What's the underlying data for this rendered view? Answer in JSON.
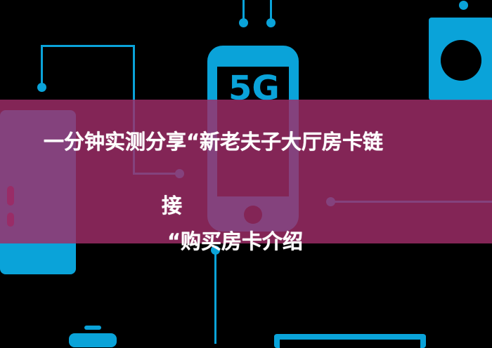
{
  "title": {
    "line1": "一分钟实测分享“新老夫子大厅房卡链",
    "line2": "接",
    "line3": "“购买房卡介绍"
  },
  "illustration": {
    "phone_label": "5G",
    "accent_color": "#0aa3d9",
    "banner_color": "#a02d69"
  }
}
